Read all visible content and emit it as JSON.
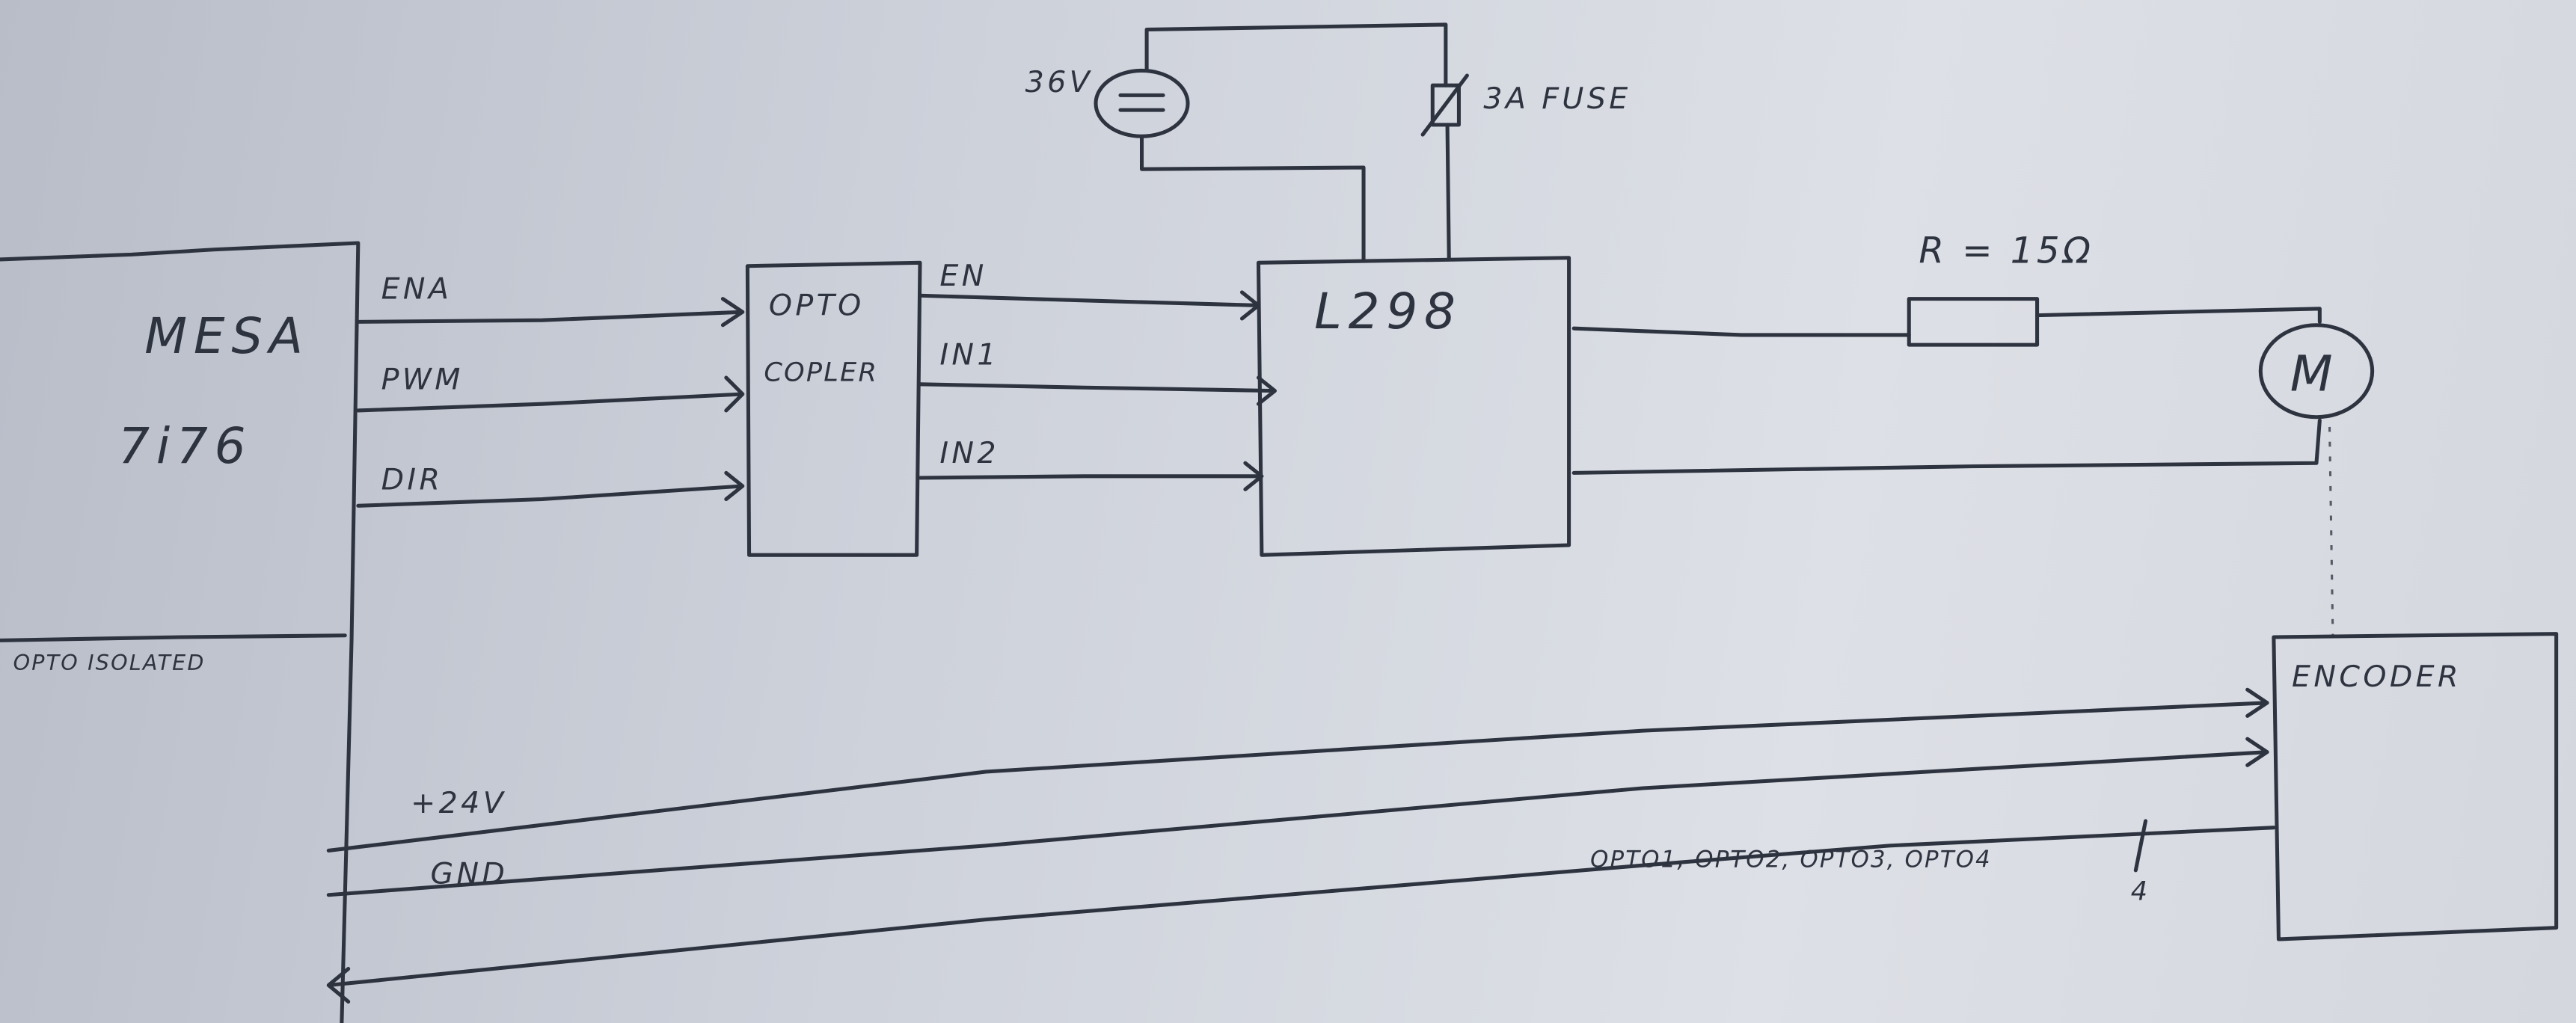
{
  "blocks": {
    "mesa": {
      "line1": "MESA",
      "line2": "7i76",
      "section": "OPTO ISOLATED"
    },
    "optocoupler": {
      "line1": "OPTO",
      "line2": "COPLER"
    },
    "driver": "L298",
    "encoder": "ENCODER",
    "motor": "M"
  },
  "power": {
    "supply": "36V",
    "fuse": "3A FUSE"
  },
  "resistor": "R = 15Ω",
  "signals": {
    "mesa_out": [
      "ENA",
      "PWM",
      "DIR"
    ],
    "opto_out": [
      "EN",
      "IN1",
      "IN2"
    ],
    "supply_plus": "+24V",
    "ground": "GND",
    "encoder_bus": "OPTO1, OPTO2, OPTO3, OPTO4",
    "bus_width": "4"
  }
}
